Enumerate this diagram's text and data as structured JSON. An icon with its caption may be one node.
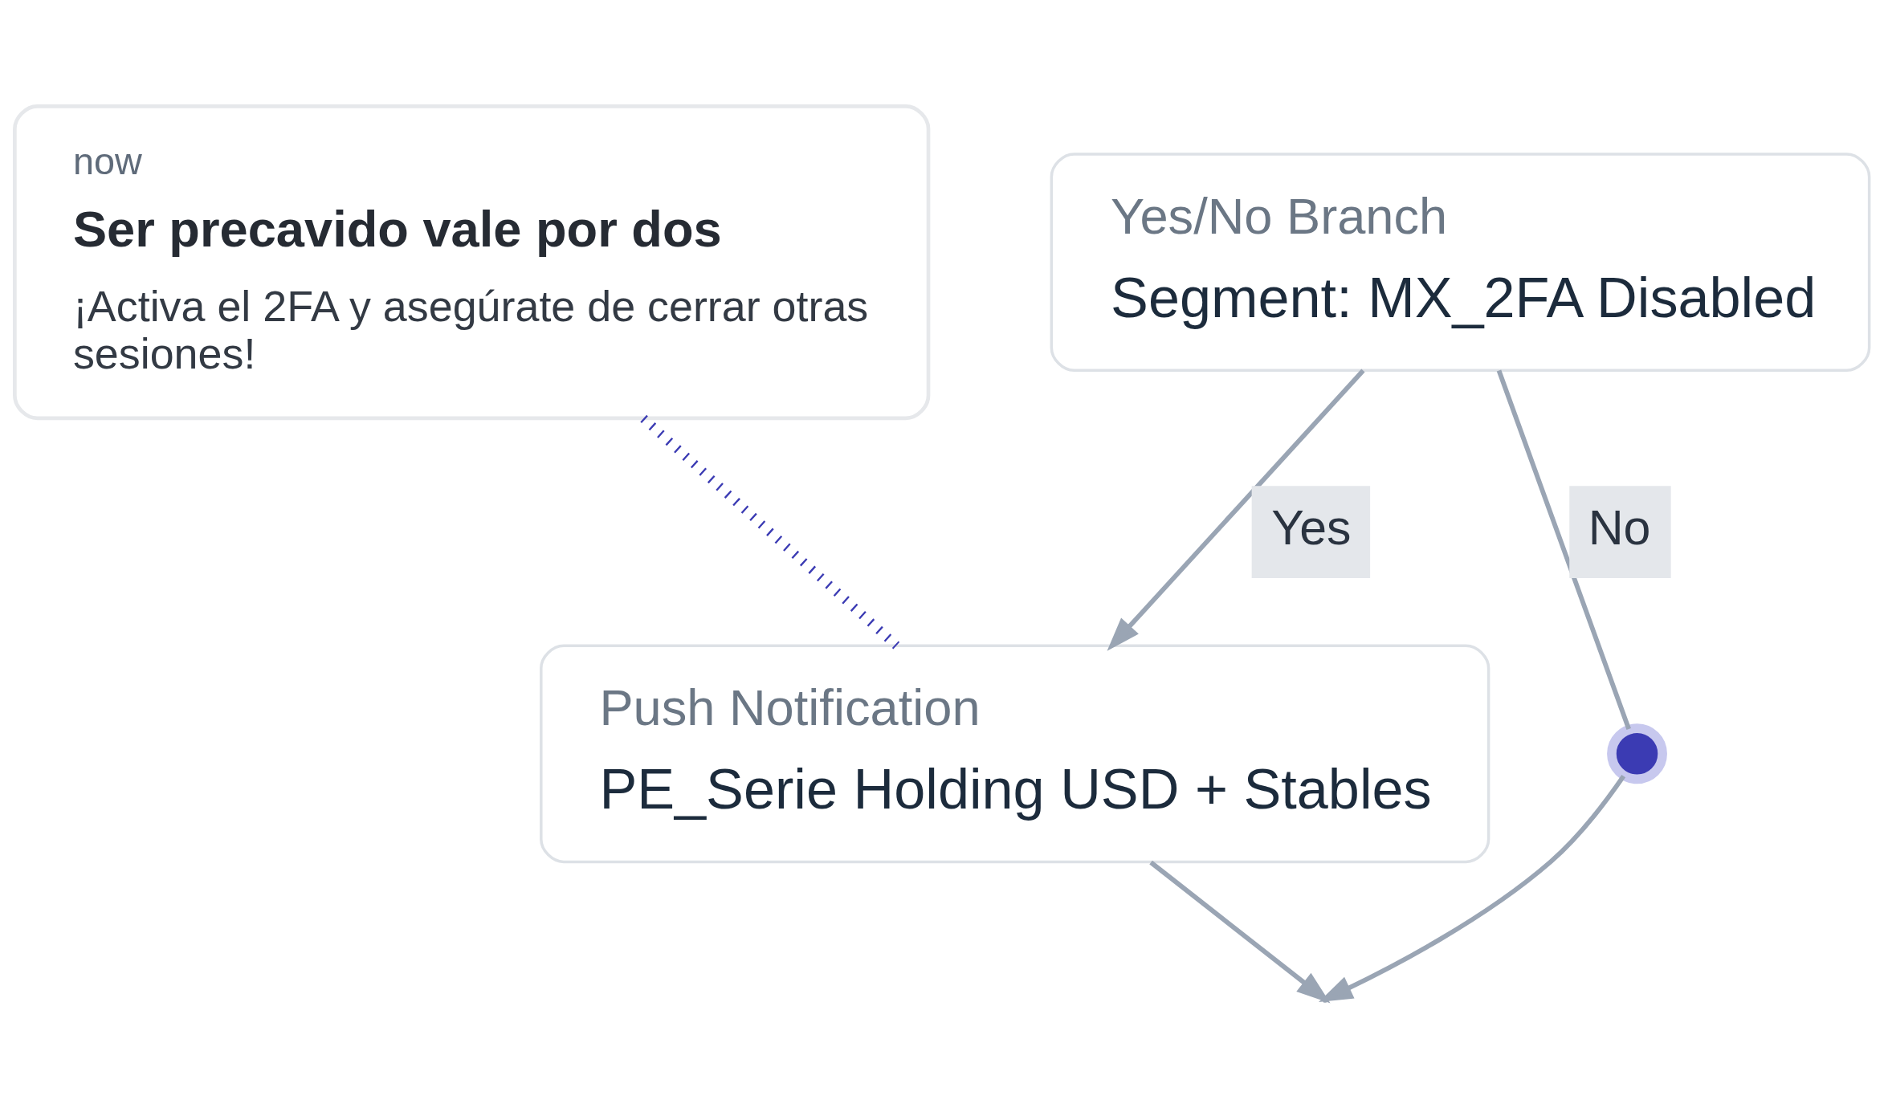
{
  "diagram": {
    "nodes": [
      {
        "text": [
          "now",
          "Ser precavido vale por dos",
          "¡Activa el 2FA y asegúrate de cerrar otras sesiones!"
        ]
      },
      {
        "text": [
          "Yes/No Branch",
          "Segment: MX_2FA Disabled"
        ]
      },
      {
        "text": [
          "Push Notification",
          "PE_Serie Holding USD + Stables"
        ]
      },
      {
        "text": [],
        "shape": "circle"
      }
    ],
    "edges": [
      {
        "from": 1,
        "to": 2,
        "arrow": "to",
        "label": "Yes"
      },
      {
        "from": 1,
        "to": 3,
        "arrow": "none",
        "label": "No"
      },
      {
        "from": 2,
        "to": null,
        "arrow": "to"
      },
      {
        "from": 3,
        "to": null,
        "arrow": "to"
      },
      {
        "from": 0,
        "to": 2,
        "arrow": "none",
        "style": "dashed",
        "color": "#3b3bb3"
      }
    ]
  }
}
